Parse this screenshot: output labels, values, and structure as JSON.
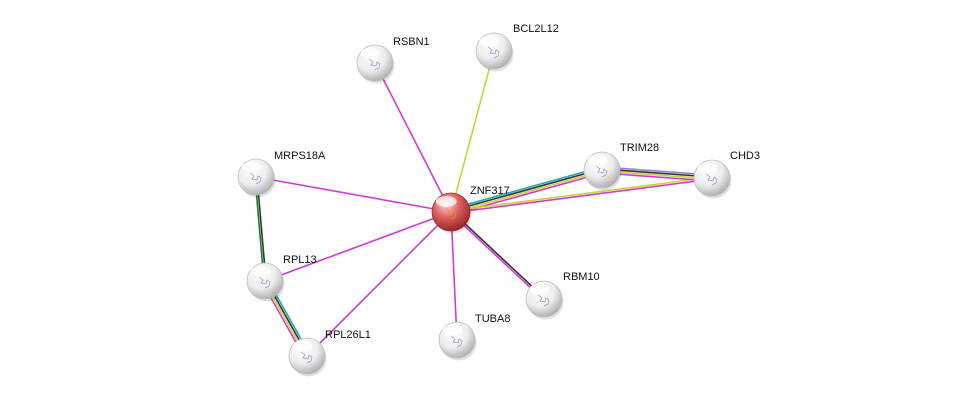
{
  "network": {
    "center": "ZNF317",
    "nodes": [
      {
        "id": "ZNF317",
        "label": "ZNF317",
        "query": true
      },
      {
        "id": "RSBN1",
        "label": "RSBN1"
      },
      {
        "id": "BCL2L12",
        "label": "BCL2L12"
      },
      {
        "id": "MRPS18A",
        "label": "MRPS18A"
      },
      {
        "id": "TRIM28",
        "label": "TRIM28"
      },
      {
        "id": "CHD3",
        "label": "CHD3"
      },
      {
        "id": "RPL13",
        "label": "RPL13"
      },
      {
        "id": "RBM10",
        "label": "RBM10"
      },
      {
        "id": "TUBA8",
        "label": "TUBA8"
      },
      {
        "id": "RPL26L1",
        "label": "RPL26L1"
      }
    ],
    "edges": [
      {
        "source": "ZNF317",
        "target": "RSBN1",
        "colors": [
          "#d23bd3"
        ]
      },
      {
        "source": "ZNF317",
        "target": "BCL2L12",
        "colors": [
          "#c4d63a"
        ]
      },
      {
        "source": "ZNF317",
        "target": "MRPS18A",
        "colors": [
          "#d23bd3"
        ]
      },
      {
        "source": "ZNF317",
        "target": "TRIM28",
        "colors": [
          "#1ea7b8",
          "#333333",
          "#c4d63a",
          "#d23bd3"
        ]
      },
      {
        "source": "ZNF317",
        "target": "CHD3",
        "colors": [
          "#c4d63a",
          "#d23bd3"
        ]
      },
      {
        "source": "ZNF317",
        "target": "RPL13",
        "colors": [
          "#d23bd3"
        ]
      },
      {
        "source": "ZNF317",
        "target": "RBM10",
        "colors": [
          "#333333",
          "#d23bd3"
        ]
      },
      {
        "source": "ZNF317",
        "target": "TUBA8",
        "colors": [
          "#d23bd3"
        ]
      },
      {
        "source": "ZNF317",
        "target": "RPL26L1",
        "colors": [
          "#d23bd3"
        ]
      },
      {
        "source": "TRIM28",
        "target": "CHD3",
        "colors": [
          "#9a7fd0",
          "#333333",
          "#c4d63a",
          "#d23bd3"
        ]
      },
      {
        "source": "MRPS18A",
        "target": "RPL13",
        "colors": [
          "#333333",
          "#1f7a2a"
        ]
      },
      {
        "source": "RPL13",
        "target": "RPL26L1",
        "colors": [
          "#1ea7b8",
          "#333333",
          "#c4d63a",
          "#d23bd3"
        ]
      }
    ],
    "colors": {
      "query_node": "#e05a5a",
      "node": "#e4e4e4",
      "label": "#111111"
    }
  }
}
